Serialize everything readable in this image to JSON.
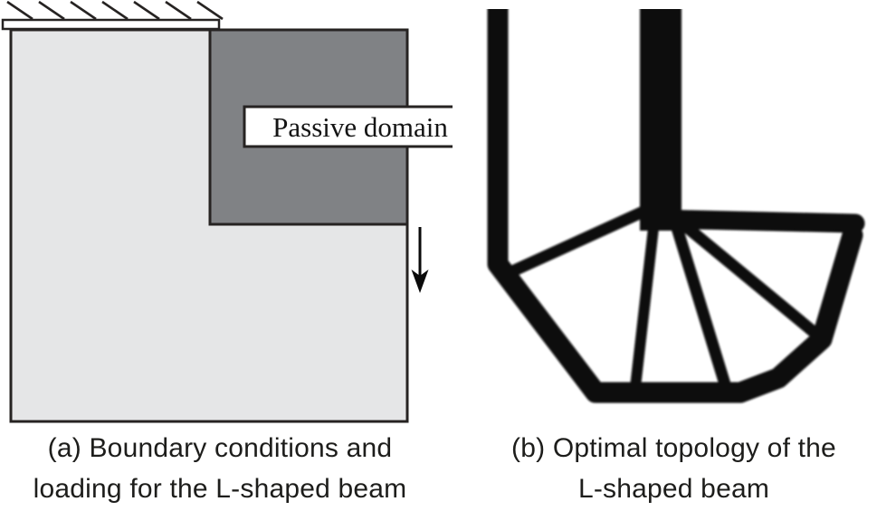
{
  "figure": {
    "colors": {
      "active_domain": "#e5e6e7",
      "passive_domain": "#808285",
      "outline": "#262322",
      "ink": "#0a0a0a",
      "caption_text": "#1d1d1b"
    },
    "panel_a": {
      "passive_domain_label": "Passive domain",
      "caption": {
        "line1": "(a) Boundary conditions and",
        "line2": "loading for the L-shaped beam"
      }
    },
    "panel_b": {
      "caption": {
        "line1": "(b) Optimal topology of the",
        "line2": "L-shaped beam"
      }
    }
  }
}
